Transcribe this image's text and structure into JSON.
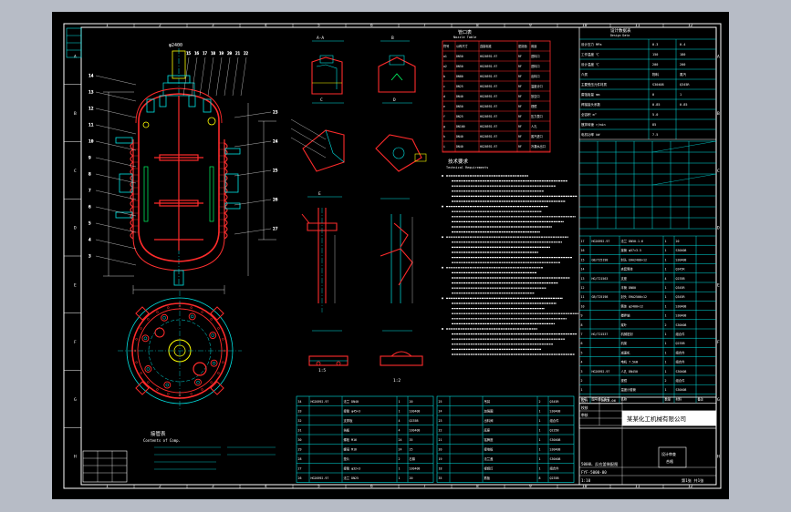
{
  "colors": {
    "background": "#b7bcc6",
    "paper": "#000000",
    "frame": "#ffffff",
    "linework": "#00e5e5",
    "vessel": "#ff2b2b",
    "jacket": "#ff3030",
    "dimension": "#ffffff",
    "accent": "#ffff00",
    "highlight": "#00ff66"
  },
  "border": {
    "top_zones": [
      "1",
      "2",
      "3",
      "4",
      "5",
      "6",
      "7",
      "8",
      "9",
      "10",
      "11",
      "12"
    ],
    "left_zones": [
      "A",
      "B",
      "C",
      "D",
      "E",
      "F",
      "G",
      "H"
    ],
    "bottom_zones": [
      "1",
      "2",
      "3",
      "4",
      "5",
      "6",
      "7",
      "8",
      "9",
      "10",
      "11",
      "12"
    ],
    "right_zones": [
      "A",
      "B",
      "C",
      "D",
      "E",
      "F",
      "G",
      "H"
    ]
  },
  "views": {
    "plan_caption": "接管表",
    "plan_subcaption": "Contents of Comp.",
    "main_top_dim": "φ2400",
    "detail_a": "A-A",
    "detail_b": "B",
    "detail_c": "C",
    "detail_d": "D",
    "detail_e": "E",
    "scale_a": "1:5",
    "scale_b": "1:2",
    "notes_title": "技术要求",
    "notes_subtitle": "Technical Requirements",
    "table_title": "管口表",
    "table_subtitle": "Nozzle Table"
  },
  "nozzle_table": {
    "headers": [
      "符号",
      "公称尺寸",
      "连接标准",
      "密封面",
      "用途"
    ],
    "rows": [
      [
        "a1",
        "DN50",
        "HG20592-97",
        "RF",
        "进料口"
      ],
      [
        "a2",
        "DN50",
        "HG20592-97",
        "RF",
        "进料口"
      ],
      [
        "b",
        "DN80",
        "HG20592-97",
        "RF",
        "出料口"
      ],
      [
        "c",
        "DN25",
        "HG20592-97",
        "RF",
        "温度计口"
      ],
      [
        "d",
        "DN40",
        "HG20592-97",
        "RF",
        "放空口"
      ],
      [
        "e",
        "DN50",
        "HG20592-97",
        "RF",
        "视镜"
      ],
      [
        "f",
        "DN25",
        "HG20592-97",
        "RF",
        "压力表口"
      ],
      [
        "g",
        "DN100",
        "HG20592-97",
        "RF",
        "人孔"
      ],
      [
        "h",
        "DN40",
        "HG20592-97",
        "RF",
        "蒸汽进口"
      ],
      [
        "i",
        "DN40",
        "HG20592-97",
        "RF",
        "冷凝水出口"
      ]
    ]
  },
  "design_table": {
    "title": "设计数据表",
    "subtitle": "Design Data",
    "rows": [
      [
        "设计压力 MPa",
        "0.3",
        "0.4"
      ],
      [
        "工作温度 ℃",
        "150",
        "180"
      ],
      [
        "设计温度 ℃",
        "200",
        "200"
      ],
      [
        "介质",
        "物料",
        "蒸汽"
      ],
      [
        "主要受压元件材质",
        "S30408",
        "Q345R"
      ],
      [
        "腐蚀裕量 mm",
        "0",
        "1"
      ],
      [
        "焊接接头系数",
        "0.85",
        "0.85"
      ],
      [
        "全容积 m³",
        "5.0",
        ""
      ],
      [
        "搅拌转速 r/min",
        "85",
        ""
      ],
      [
        "电机功率 kW",
        "7.5",
        ""
      ]
    ]
  },
  "parts_list_right": {
    "rows": [
      [
        "17",
        "HG20592-97",
        "法兰 DN50-1.6",
        "1",
        "20",
        ""
      ],
      [
        "16",
        "",
        "接管 φ57×3.5",
        "1",
        "S30408",
        ""
      ],
      [
        "15",
        "GB/T25198",
        "封头 EHA2400×12",
        "1",
        "S30408",
        ""
      ],
      [
        "14",
        "",
        "夹套筒体",
        "1",
        "Q345R",
        ""
      ],
      [
        "13",
        "HG/T21563",
        "支座",
        "4",
        "Q235B",
        ""
      ],
      [
        "12",
        "",
        "半管 DN80",
        "1",
        "Q345R",
        ""
      ],
      [
        "11",
        "GB/T25198",
        "封头 EHA2500×12",
        "1",
        "Q345R",
        ""
      ],
      [
        "10",
        "",
        "筒体 φ2400×12",
        "1",
        "S30408",
        ""
      ],
      [
        "9",
        "",
        "搅拌轴",
        "1",
        "S30408",
        ""
      ],
      [
        "8",
        "",
        "桨叶",
        "2",
        "S30408",
        ""
      ],
      [
        "7",
        "HG/T21537",
        "机械密封",
        "1",
        "组合件",
        ""
      ],
      [
        "6",
        "",
        "机架",
        "1",
        "Q235B",
        ""
      ],
      [
        "5",
        "",
        "减速机",
        "1",
        "组合件",
        ""
      ],
      [
        "4",
        "",
        "电机 7.5kW",
        "1",
        "组合件",
        ""
      ],
      [
        "3",
        "HG20592-97",
        "人孔 DN450",
        "1",
        "S30408",
        ""
      ],
      [
        "2",
        "",
        "视镜",
        "2",
        "组合件",
        ""
      ],
      [
        "1",
        "",
        "温度计套管",
        "1",
        "S30408",
        ""
      ]
    ],
    "header": [
      "件号",
      "图号或标准号",
      "名称",
      "数量",
      "材料",
      "备注"
    ]
  },
  "parts_list_bottom": {
    "left": [
      [
        "34",
        "HG20592-97",
        "法兰 DN40",
        "1",
        "20"
      ],
      [
        "33",
        "",
        "接管 φ45×3",
        "1",
        "S30408"
      ],
      [
        "32",
        "",
        "支撑板",
        "4",
        "Q235B"
      ],
      [
        "31",
        "",
        "挡板",
        "4",
        "S30408"
      ],
      [
        "30",
        "",
        "螺栓 M16",
        "24",
        "35"
      ],
      [
        "29",
        "",
        "螺母 M16",
        "24",
        "25"
      ],
      [
        "28",
        "",
        "垫片",
        "2",
        "石棉"
      ],
      [
        "27",
        "",
        "接管 φ32×3",
        "1",
        "S30408"
      ],
      [
        "26",
        "HG20592-97",
        "法兰 DN25",
        "1",
        "20"
      ]
    ],
    "right": [
      [
        "25",
        "",
        "吊耳",
        "2",
        "Q345R"
      ],
      [
        "24",
        "",
        "加强圈",
        "1",
        "S30408"
      ],
      [
        "23",
        "",
        "出料阀",
        "1",
        "组合件"
      ],
      [
        "22",
        "",
        "底座",
        "1",
        "Q235B"
      ],
      [
        "21",
        "",
        "铭牌座",
        "1",
        "S30408"
      ],
      [
        "20",
        "",
        "接地板",
        "1",
        "S30408"
      ],
      [
        "19",
        "",
        "法兰盖",
        "1",
        "S30408"
      ],
      [
        "18",
        "",
        "视镜灯",
        "1",
        "组合件"
      ],
      [
        "35",
        "",
        "筋板",
        "8",
        "Q235B"
      ]
    ]
  },
  "title_block": {
    "company": "某某化工机械有限公司",
    "drawing_name": "5000L 反应釜装配图",
    "drawing_number": "FYF-5000-00",
    "scale": "1:10",
    "sheet": "第1张 共1张",
    "designer": "设计",
    "checker": "校核",
    "approver": "审核",
    "date": "2010.06"
  },
  "stamp_box": {
    "label": "设计审查",
    "status": "合格"
  }
}
